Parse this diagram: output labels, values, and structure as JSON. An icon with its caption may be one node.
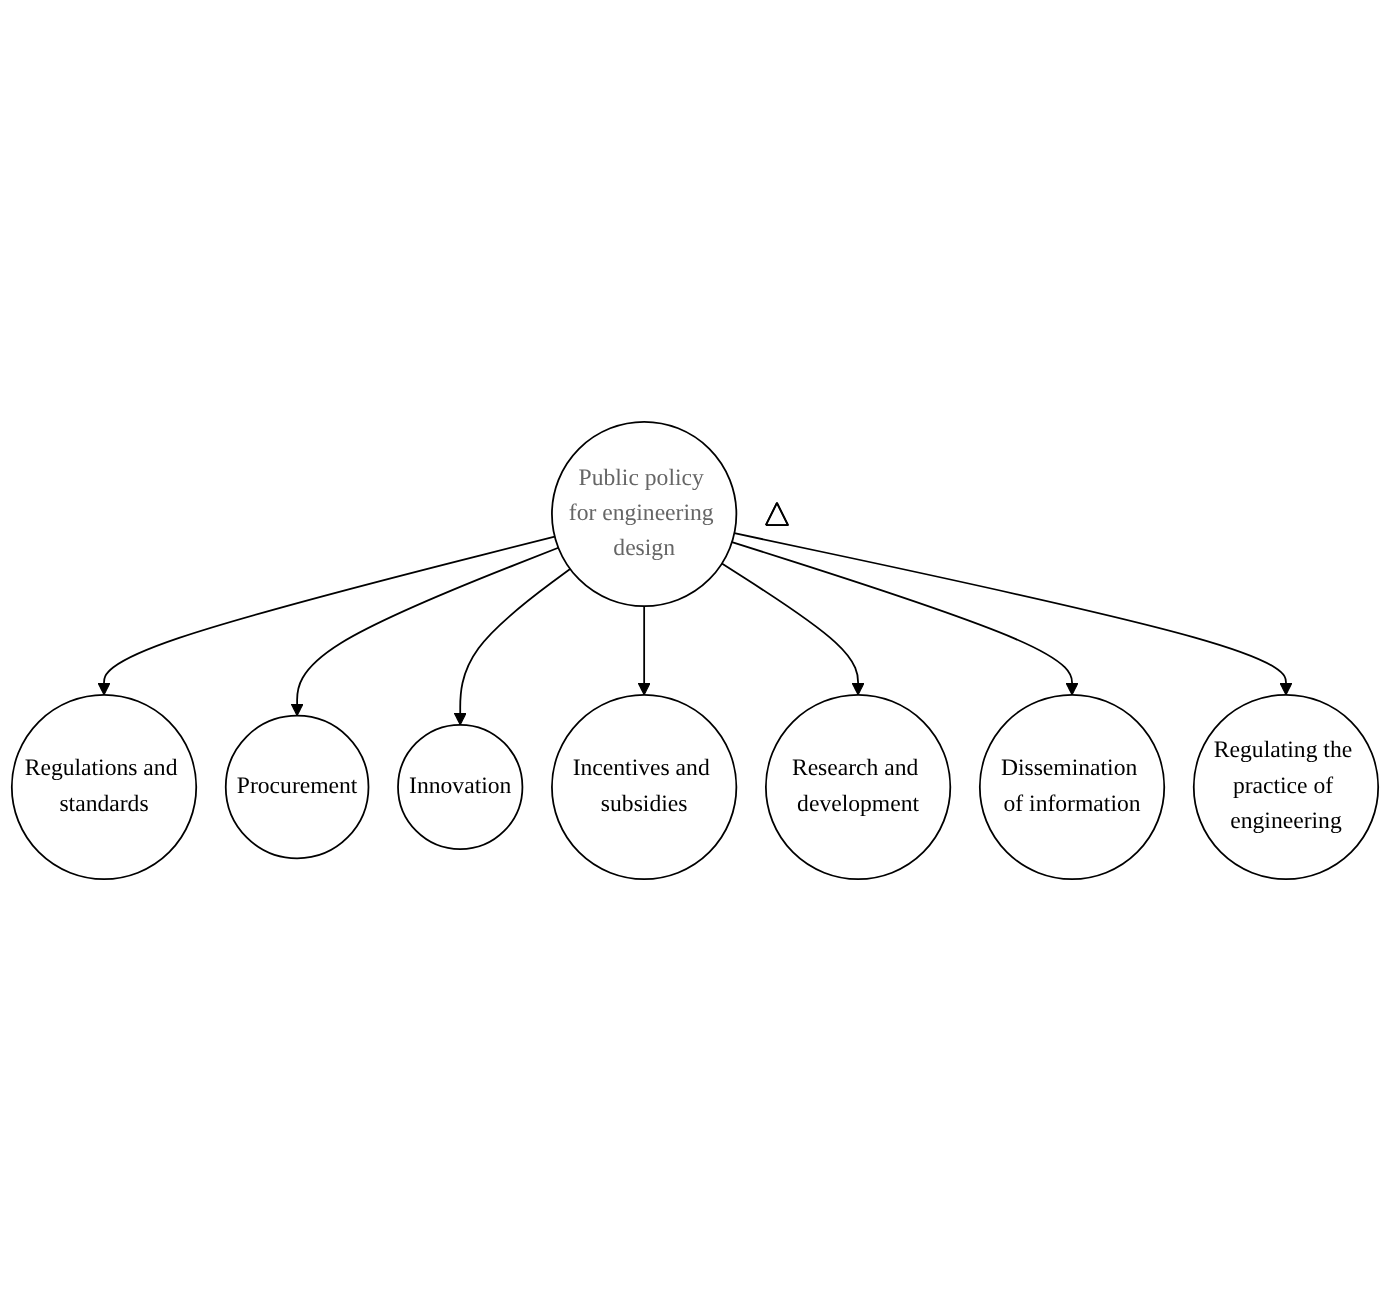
{
  "diagram": {
    "nodes": [
      {
        "text": [
          "Regulations and standards"
        ]
      },
      {
        "text": [
          "Procurement"
        ]
      },
      {
        "text": [
          "Innovation"
        ]
      },
      {
        "text": [
          "Incentives and subsidies"
        ]
      },
      {
        "text": [
          "Public policy for engineering design"
        ]
      },
      {
        "text": [
          "Research and development"
        ]
      },
      {
        "text": [
          "Dissemination of information"
        ]
      },
      {
        "text": [
          "Regulating the practice of engineering"
        ]
      },
      {
        "text": [],
        "shape": "triangle"
      }
    ],
    "edges": [
      {
        "from": 4,
        "to": 0,
        "arrow": "to"
      },
      {
        "from": 4,
        "to": 1,
        "arrow": "to"
      },
      {
        "from": 4,
        "to": 2,
        "arrow": "to"
      },
      {
        "from": 4,
        "to": 3,
        "arrow": "to"
      },
      {
        "from": 4,
        "to": 5,
        "arrow": "to"
      },
      {
        "from": 4,
        "to": 6,
        "arrow": "to"
      },
      {
        "from": 4,
        "to": 7,
        "arrow": "to"
      }
    ]
  }
}
